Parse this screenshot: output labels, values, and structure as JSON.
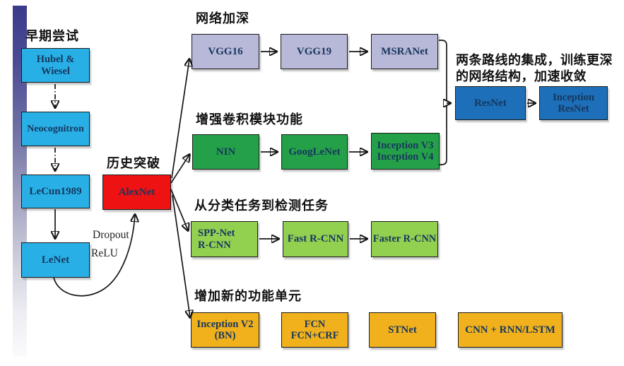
{
  "palette": {
    "early_box": "#28b0e6",
    "breakthrough_box": "#ee1212",
    "deepen_box": "#b8b8d8",
    "enhance_box": "#24a148",
    "detect_box": "#92d050",
    "merge_box": "#1c6fb8",
    "units_box": "#f0b11c",
    "node_text": "#17375e",
    "label_text": "#111111",
    "accent_bar_top": "#3a3a8a"
  },
  "sections": {
    "early": "早期尝试",
    "breakthrough": "历史突破",
    "deepen": "网络加深",
    "enhance_conv": "增强卷积模块功能",
    "classify_to_detect": "从分类任务到检测任务",
    "new_units": "增加新的功能单元"
  },
  "annotations": {
    "merge_line1": "两条路线的集成，训练更深",
    "merge_line2": "的网络结构，加速收敛",
    "dropout": "Dropout",
    "relu": "ReLU"
  },
  "nodes": {
    "hubel_wiesel": {
      "line1": "Hubel &",
      "line2": "Wiesel"
    },
    "neocognitron": {
      "label": "Neocognitron"
    },
    "lecun1989": {
      "label": "LeCun1989"
    },
    "lenet": {
      "label": "LeNet"
    },
    "alexnet": {
      "label": "AlexNet"
    },
    "vgg16": {
      "label": "VGG16"
    },
    "vgg19": {
      "label": "VGG19"
    },
    "msranet": {
      "label": "MSRANet"
    },
    "nin": {
      "label": "NIN"
    },
    "googlenet": {
      "label": "GoogLeNet"
    },
    "inception_v3_v4": {
      "line1": "Inception V3",
      "line2": "Inception V4"
    },
    "resnet": {
      "label": "ResNet"
    },
    "inception_resnet": {
      "line1": "Inception",
      "line2": "ResNet"
    },
    "spp_net_rcnn": {
      "line1": "SPP-Net",
      "line2": "R-CNN"
    },
    "fast_rcnn": {
      "label": "Fast R-CNN"
    },
    "faster_rcnn": {
      "label": "Faster R-CNN"
    },
    "inception_v2_bn": {
      "line1": "Inception V2",
      "line2": "(BN)"
    },
    "fcn": {
      "line1": "FCN",
      "line2": "FCN+CRF"
    },
    "stnet": {
      "label": "STNet"
    },
    "cnn_rnn_lstm": {
      "label": "CNN + RNN/LSTM"
    }
  }
}
